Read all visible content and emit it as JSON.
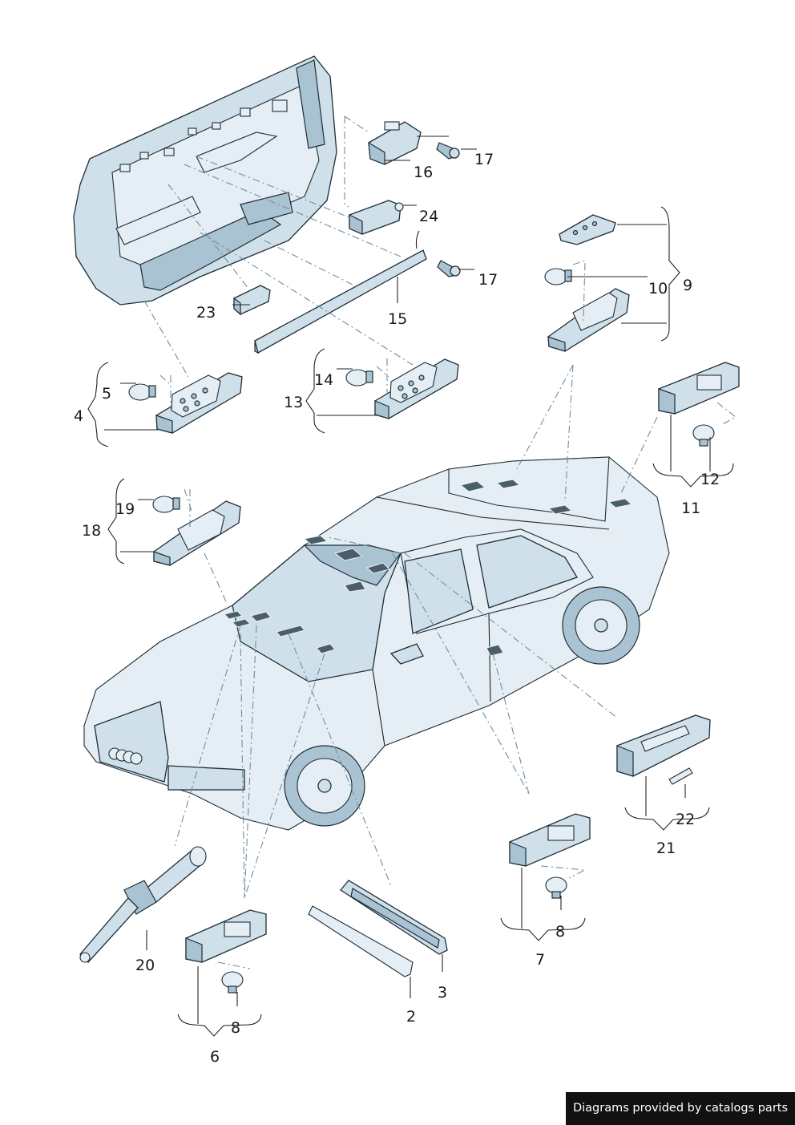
{
  "callouts": {
    "c2": "2",
    "c3": "3",
    "c4": "4",
    "c5": "5",
    "c6": "6",
    "c7": "7",
    "c8a": "8",
    "c8b": "8",
    "c9": "9",
    "c10": "10",
    "c11": "11",
    "c12": "12",
    "c13": "13",
    "c14": "14",
    "c15": "15",
    "c16": "16",
    "c17a": "17",
    "c17b": "17",
    "c18": "18",
    "c19": "19",
    "c20": "20",
    "c21": "21",
    "c22": "22",
    "c23": "23",
    "c24": "24"
  },
  "footer": {
    "credit": "Diagrams provided by catalogs parts"
  },
  "colors": {
    "part_fill": "#cfe0ea",
    "outline": "#1f2d36",
    "leader_dash": "#6f8ea0",
    "banner": "#111111"
  }
}
